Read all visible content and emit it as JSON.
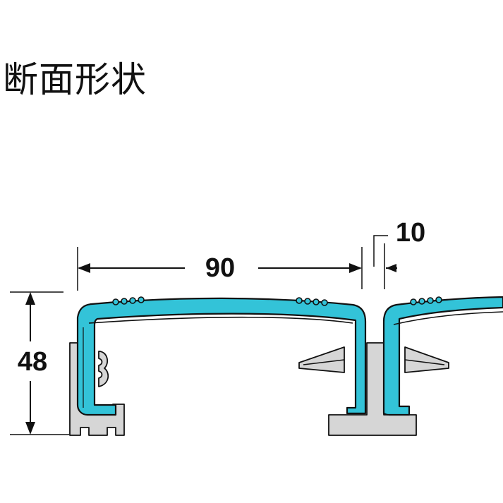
{
  "title": "断面形状",
  "dimensions": {
    "width": "90",
    "gap": "10",
    "height": "48"
  },
  "colors": {
    "profile": "#33c3d8",
    "holder": "#d6d6d6",
    "line": "#111111"
  }
}
